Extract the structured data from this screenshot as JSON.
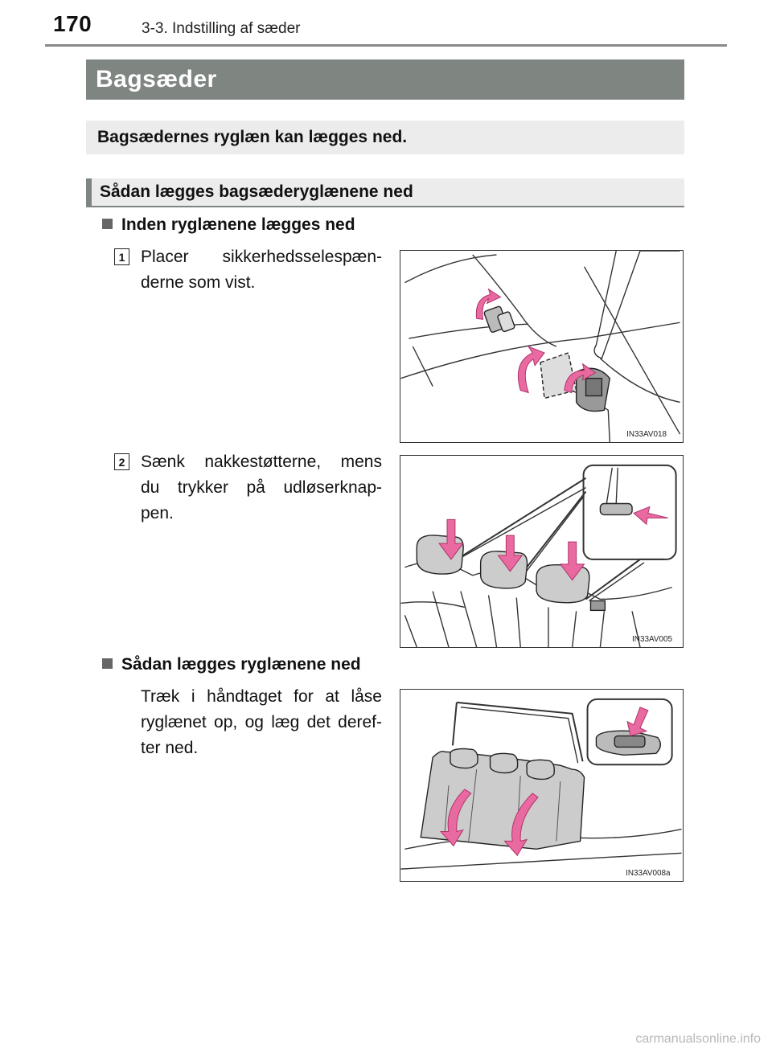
{
  "header": {
    "page_number": "170",
    "section": "3-3. Indstilling af sæder"
  },
  "title": "Bagsæder",
  "intro": "Bagsædernes ryglæn kan lægges ned.",
  "subheading": "Sådan lægges bagsæderyglænene ned",
  "sections": [
    {
      "heading": "Inden ryglænene lægges ned"
    },
    {
      "heading": "Sådan lægges ryglænene ned"
    }
  ],
  "steps": [
    {
      "number": "1",
      "text": "Placer sikkerhedsselespæn-derne som vist.",
      "line1": "Placer sikkerhedsselespæn-",
      "line2": "derne som vist.",
      "figure_code": "IN33AV018"
    },
    {
      "number": "2",
      "line1": "Sænk nakkestøtterne, mens",
      "line2": "du trykker på udløserknap-",
      "line3": "pen.",
      "figure_code": "IN33AV005"
    }
  ],
  "fold_step": {
    "line1": "Træk i håndtaget for at låse",
    "line2": "ryglænet op, og læg det deref-",
    "line3": "ter ned.",
    "figure_code": "IN33AV008a"
  },
  "icons": [
    "curved-arrow-icon",
    "down-arrow-icon",
    "push-arrow-icon"
  ],
  "colors": {
    "title_bar": "#7f8682",
    "panel": "#ececec",
    "arrow": "#e86aa0"
  },
  "watermark": "carmanualsonline.info"
}
